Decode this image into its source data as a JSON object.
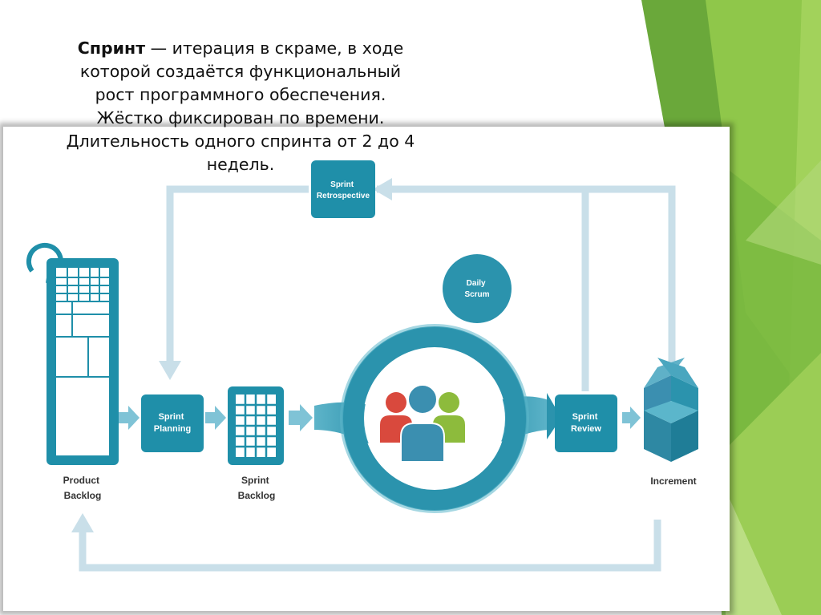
{
  "slide": {
    "term": "Спринт",
    "lines": [
      " — итерация в скраме, в ходе",
      "которой создаётся функциональный",
      "рост программного обеспечения.",
      "Жёстко фиксирован по времени.",
      "Длительность одного спринта от 2 до 4",
      "недель."
    ]
  },
  "diagram": {
    "product_backlog": [
      "Product",
      "Backlog"
    ],
    "sprint_planning": [
      "Sprint",
      "Planning"
    ],
    "sprint_backlog": [
      "Sprint",
      "Backlog"
    ],
    "sprint_retrospective": [
      "Sprint",
      "Retrospective"
    ],
    "daily_scrum": [
      "Daily",
      "Scrum"
    ],
    "sprint_review": [
      "Sprint",
      "Review"
    ],
    "increment": "Increment"
  },
  "colors": {
    "box": "#1f8fa9",
    "box_dark": "#1a7e96",
    "ring": "#2b93ad",
    "ring_light": "#5bb6cb",
    "arrow": "#c9dfe9",
    "person_red": "#d9493d",
    "person_blue": "#3b8fb0",
    "person_green": "#8dbb3c",
    "accent_green": "#8ec63f",
    "accent_dark": "#5e9c2f",
    "label": "#333333"
  }
}
